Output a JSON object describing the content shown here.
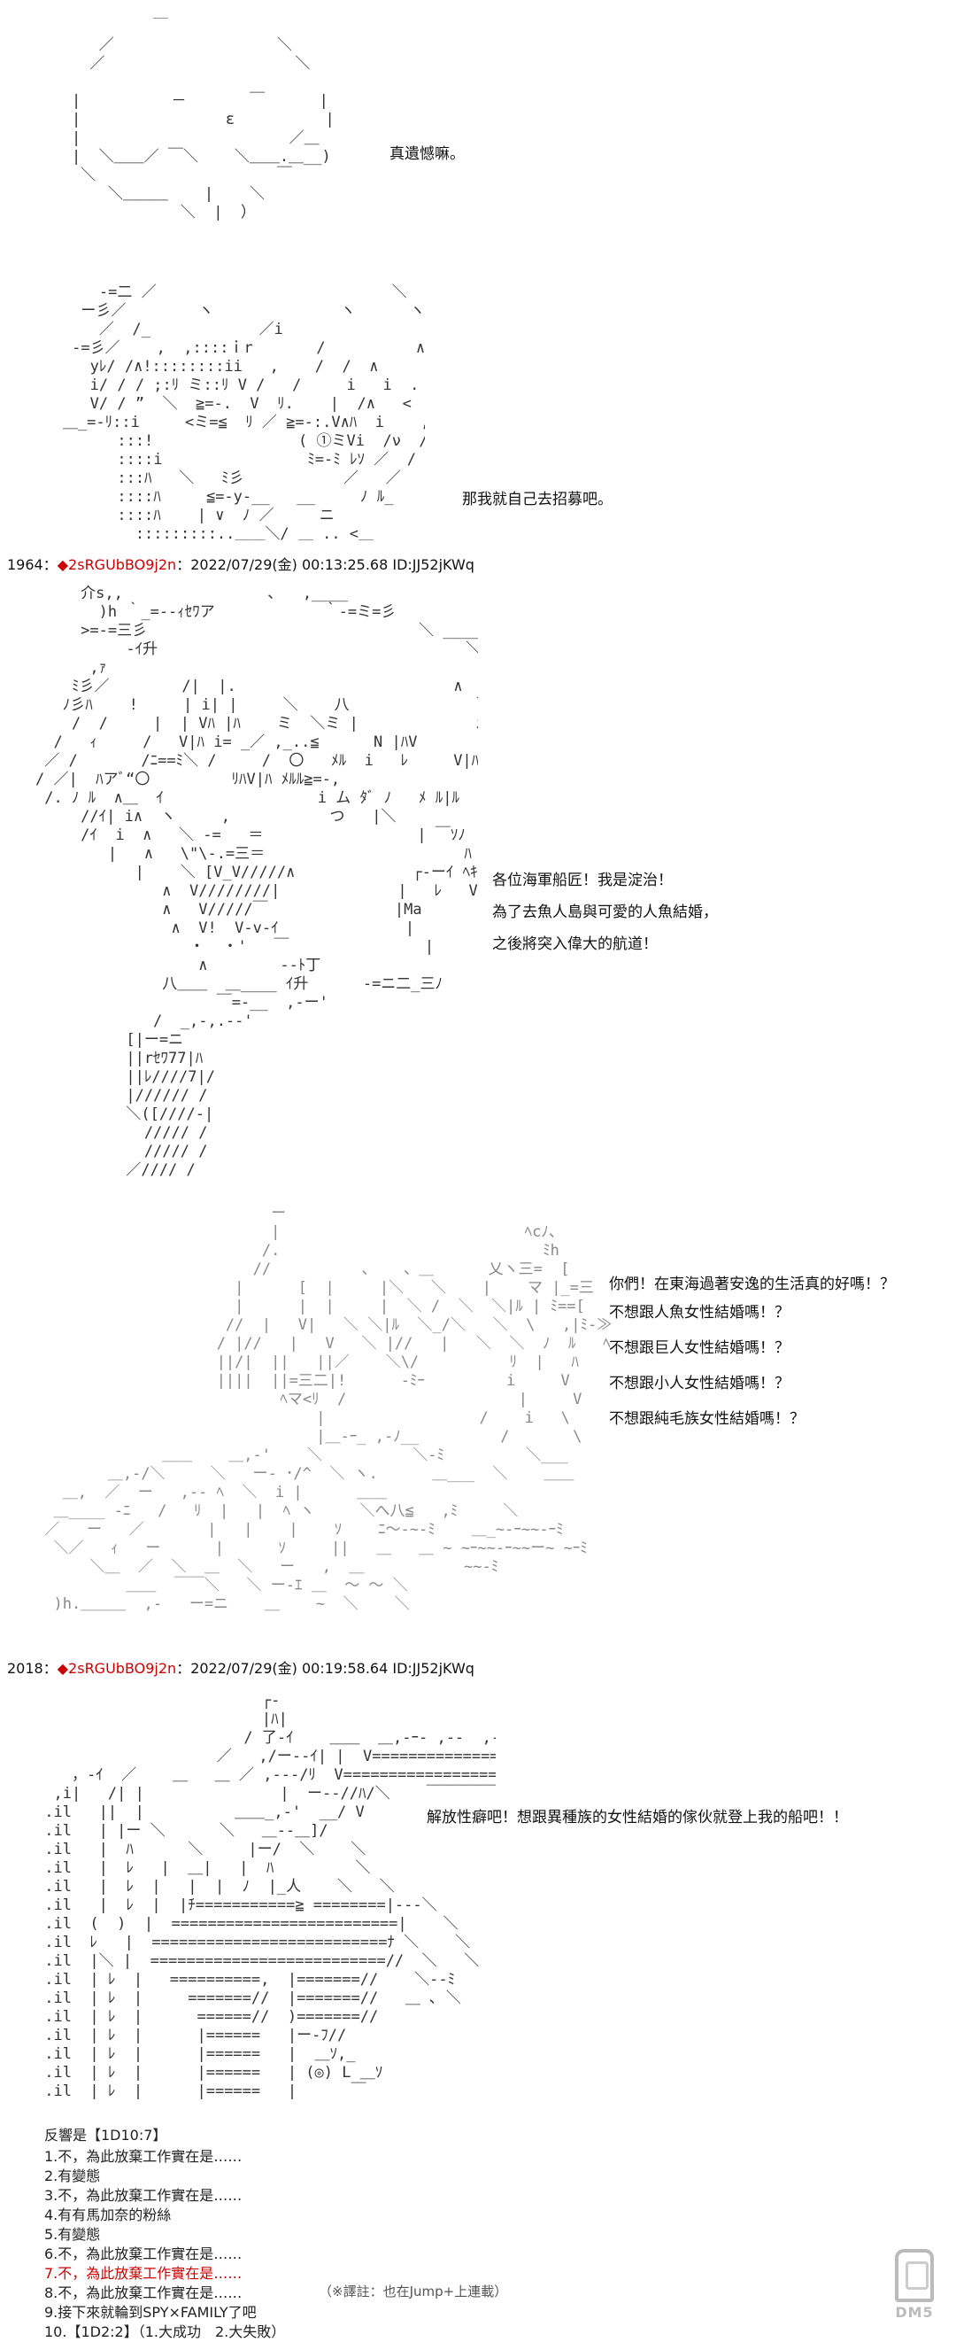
{
  "scene1": {
    "dialog": [
      "真遺憾嘛。"
    ]
  },
  "scene2": {
    "dialog": [
      "那我就自己去招募吧。"
    ]
  },
  "post1964": {
    "number": "1964",
    "separator": "：",
    "diamond": "◆",
    "trip": "2sRGUbBO9j2n",
    "datetime": "：2022/07/29(金) 00:13:25.68 ID:JJ52jKWq"
  },
  "scene3": {
    "dialog": [
      "各位海軍船匠！我是淀治！",
      "為了去魚人島與可愛的人魚結婚，",
      "之後將突入偉大的航道！"
    ]
  },
  "scene4": {
    "dialog": [
      "你們！在東海過著安逸的生活真的好嗎！？",
      "不想跟人魚女性結婚嗎！？",
      "不想跟巨人女性結婚嗎！？",
      "不想跟小人女性結婚嗎！？",
      "不想跟純毛族女性結婚嗎！？"
    ]
  },
  "post2018": {
    "number": "2018",
    "separator": "：",
    "diamond": "◆",
    "trip": "2sRGUbBO9j2n",
    "datetime": "：2022/07/29(金) 00:19:58.64 ID:JJ52jKWq"
  },
  "scene5": {
    "dialog": [
      "解放性癖吧！想跟異種族的女性結婚的傢伙就登上我的船吧！！"
    ]
  },
  "options": {
    "title": "反響是【1D10:7】",
    "items": [
      "1.不，為此放棄工作實在是……",
      "2.有變態",
      "3.不，為此放棄工作實在是……",
      "4.有有馬加奈的粉絲",
      "5.有變態",
      "6.不，為此放棄工作實在是……",
      "7.不，為此放棄工作實在是……",
      "8.不，為此放棄工作實在是……",
      "9.接下來就輪到SPY×FAMILY了吧",
      "10.【1D2:2】（1.大成功　2.大失敗）"
    ],
    "highlight_index": 6,
    "highlight_color": "#cc0000",
    "note": "（※譯註：也在Jump+上連載）"
  },
  "watermark": {
    "text": "DM5"
  }
}
